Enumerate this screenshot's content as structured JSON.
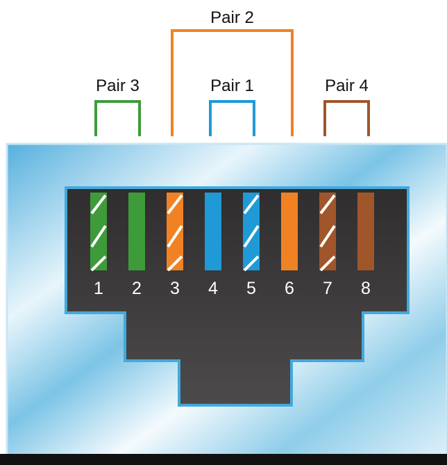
{
  "colors": {
    "green": "#3e9b3a",
    "orange": "#f08224",
    "blue": "#1f9ad6",
    "brown": "#a0562a",
    "jack_body": "#3d3b3c",
    "frame_blue": "#5bb3df",
    "stripe": "#ffffff"
  },
  "pairs": [
    {
      "label": "Pair 1",
      "color": "blue",
      "pins": [
        4,
        5
      ]
    },
    {
      "label": "Pair 2",
      "color": "orange",
      "pins": [
        3,
        6
      ]
    },
    {
      "label": "Pair 3",
      "color": "green",
      "pins": [
        1,
        2
      ]
    },
    {
      "label": "Pair 4",
      "color": "brown",
      "pins": [
        7,
        8
      ]
    }
  ],
  "pins": [
    {
      "number": "1",
      "color": "green",
      "striped": true
    },
    {
      "number": "2",
      "color": "green",
      "striped": false
    },
    {
      "number": "3",
      "color": "orange",
      "striped": true
    },
    {
      "number": "4",
      "color": "blue",
      "striped": false
    },
    {
      "number": "5",
      "color": "blue",
      "striped": true
    },
    {
      "number": "6",
      "color": "orange",
      "striped": false
    },
    {
      "number": "7",
      "color": "brown",
      "striped": true
    },
    {
      "number": "8",
      "color": "brown",
      "striped": false
    }
  ]
}
